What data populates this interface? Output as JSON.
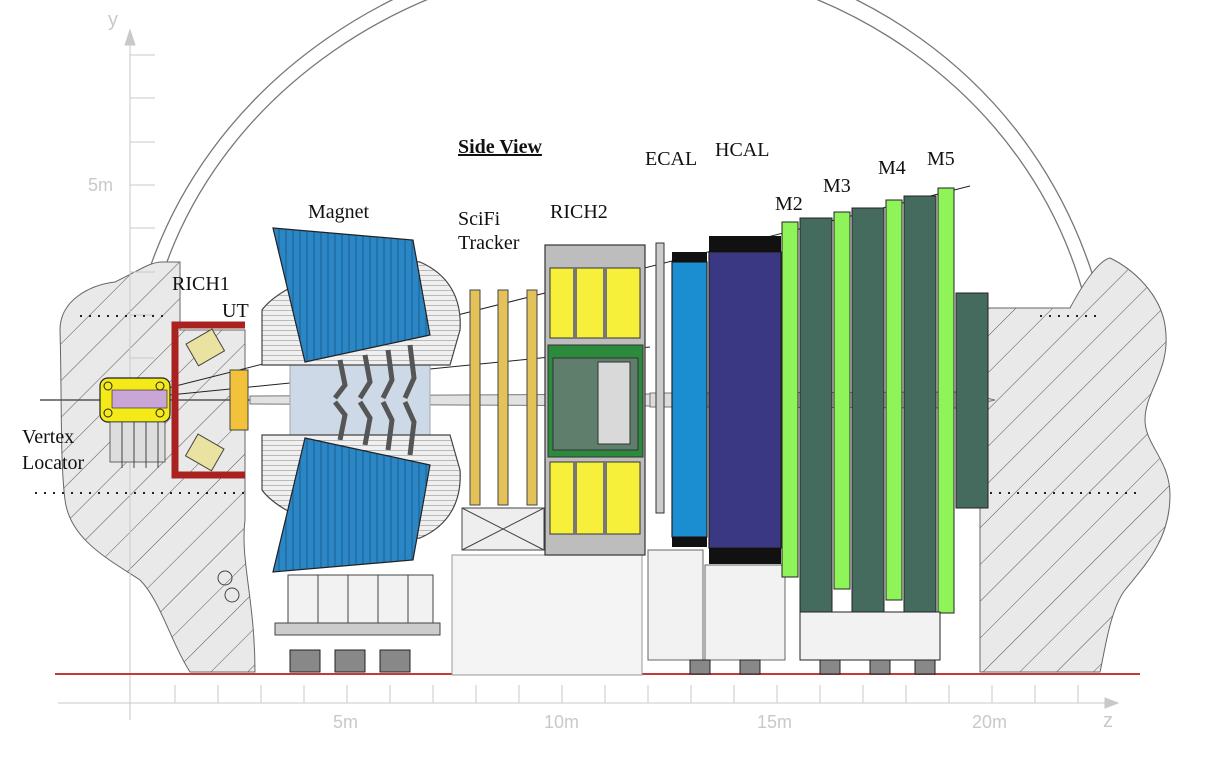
{
  "title": "Side View",
  "axes": {
    "y_label": "y",
    "z_label": "z",
    "y_ticks": [
      "5m"
    ],
    "z_ticks": [
      "5m",
      "10m",
      "15m",
      "20m"
    ]
  },
  "components": {
    "rich1": "RICH1",
    "ut": "UT",
    "vertex_line1": "Vertex",
    "vertex_line2": "Locator",
    "magnet": "Magnet",
    "scifi_line1": "SciFi",
    "scifi_line2": "Tracker",
    "rich2": "RICH2",
    "ecal": "ECAL",
    "hcal": "HCAL",
    "m2": "M2",
    "m3": "M3",
    "m4": "M4",
    "m5": "M5"
  },
  "colors": {
    "magnet_coil": "#2a86c4",
    "rich2_mirror": "#f7f03a",
    "ecal": "#1a8ed0",
    "hcal": "#3a3783",
    "muon_light": "#8ff35a",
    "muon_dark": "#456b5e",
    "rich1_frame": "#a8231f",
    "velo": "#f4ea18",
    "floor_line": "#c23a3a",
    "axis": "#c9c9c9",
    "cavern": "#e9e9e9"
  }
}
